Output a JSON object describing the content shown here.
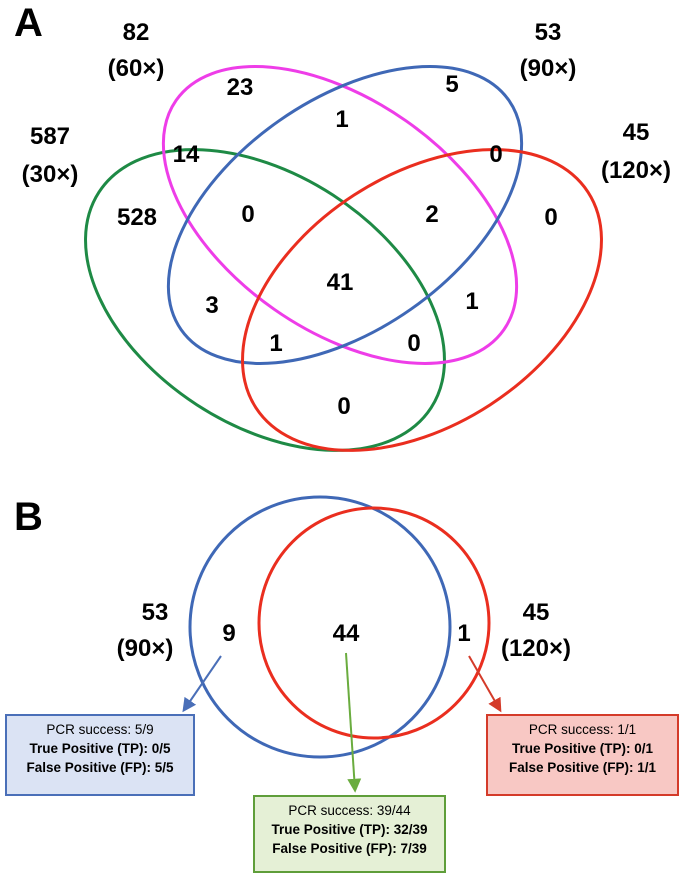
{
  "panel_a": {
    "label": "A",
    "sets": {
      "magenta": {
        "count": "82",
        "depth": "(60×)",
        "color": "#ee3de8"
      },
      "blue": {
        "count": "53",
        "depth": "(90×)",
        "color": "#3f68b6"
      },
      "green": {
        "count": "587",
        "depth": "(30×)",
        "color": "#1e8a45"
      },
      "red": {
        "count": "45",
        "depth": "(120×)",
        "color": "#ea2e1f"
      }
    },
    "regions": {
      "magenta_only": "23",
      "magenta_blue": "1",
      "blue_only": "5",
      "green_magenta": "14",
      "magenta_blue_red": "0",
      "green_only": "528",
      "green_magenta_blue": "0",
      "magenta_blue_red_center": "2",
      "red_only": "0",
      "all_four": "41",
      "green_blue": "3",
      "magenta_red": "1",
      "green_blue_red": "1",
      "green_magenta_red": "0",
      "green_red": "0"
    }
  },
  "panel_b": {
    "label": "B",
    "left_set": {
      "count": "53",
      "depth": "(90×)",
      "color": "#3f68b6"
    },
    "right_set": {
      "count": "45",
      "depth": "(120×)",
      "color": "#ea2e1f"
    },
    "regions": {
      "left_only": "9",
      "shared": "44",
      "right_only": "1"
    },
    "boxes": {
      "left": {
        "pcr": "PCR success: 5/9",
        "tp": "True Positive (TP): 0/5",
        "fp": "False Positive (FP): 5/5"
      },
      "middle": {
        "pcr": "PCR success: 39/44",
        "tp": "True Positive (TP): 32/39",
        "fp": "False Positive (FP): 7/39"
      },
      "right": {
        "pcr": "PCR success: 1/1",
        "tp": "True Positive (TP): 0/1",
        "fp": "False Positive (FP): 1/1"
      }
    },
    "arrow_colors": {
      "left": "#4a6fb8",
      "middle": "#6aac3f",
      "right": "#d43b2a"
    }
  }
}
